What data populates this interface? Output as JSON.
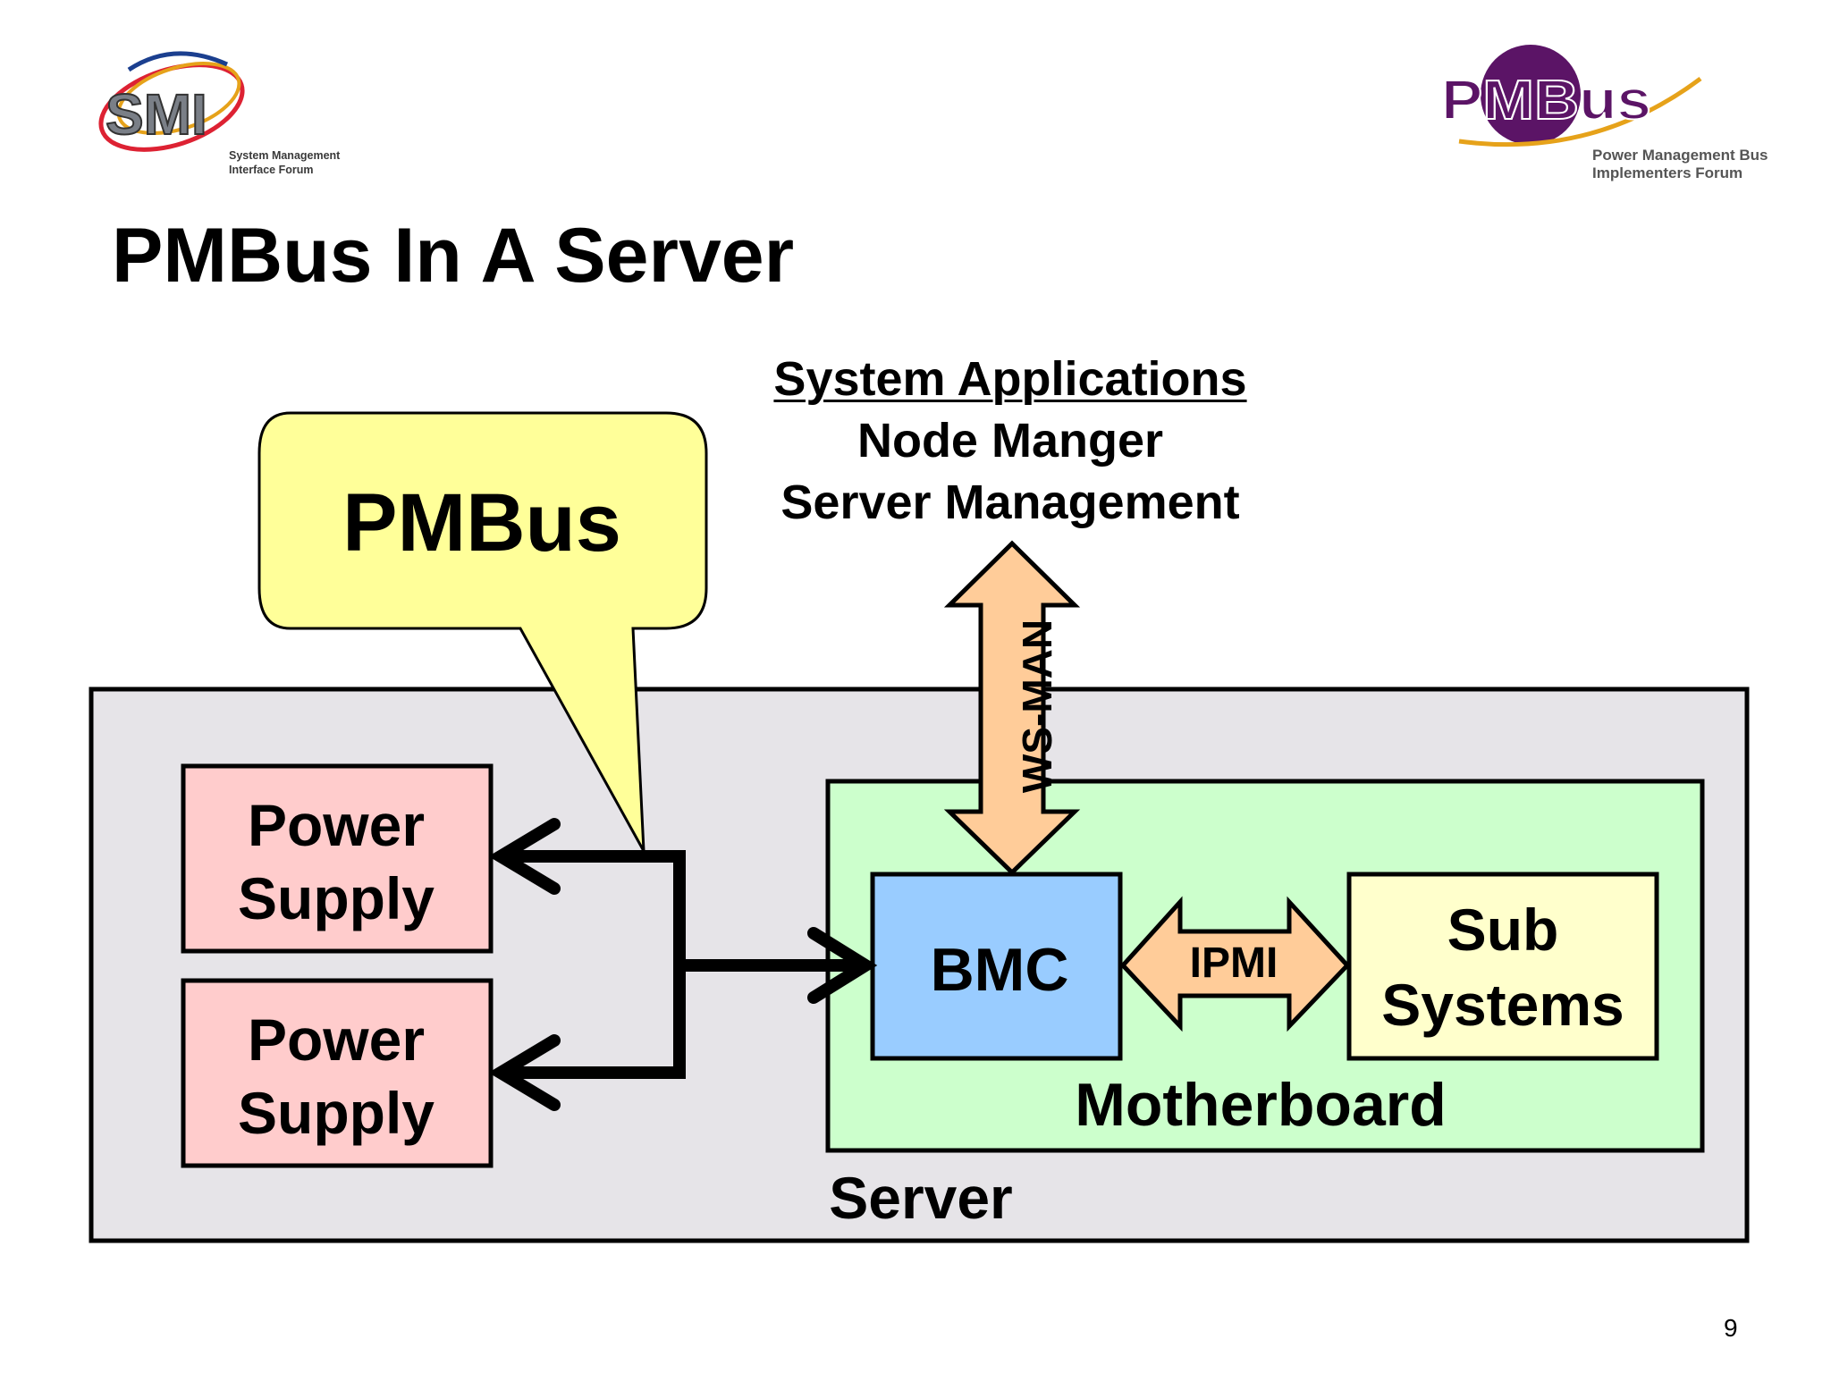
{
  "slide": {
    "title": "PMBus In A Server",
    "page_number": "9"
  },
  "logos": {
    "smi": {
      "mark": "SMI",
      "subtitle_line1": "System Management",
      "subtitle_line2": "Interface Forum"
    },
    "pmbus": {
      "mark": "PMBus",
      "subtitle_line1": "Power Management Bus",
      "subtitle_line2": "Implementers Forum"
    }
  },
  "system_apps": {
    "heading": "System Applications",
    "line1": "Node Manger",
    "line2": "Server Management"
  },
  "diagram": {
    "callout": "PMBus",
    "power_supply_1": {
      "line1": "Power",
      "line2": "Supply"
    },
    "power_supply_2": {
      "line1": "Power",
      "line2": "Supply"
    },
    "bmc": "BMC",
    "ipmi": "IPMI",
    "ws_man": "WS-MAN",
    "sub_systems": {
      "line1": "Sub",
      "line2": "Systems"
    },
    "motherboard": "Motherboard",
    "server": "Server"
  },
  "colors": {
    "server_fill": "#e6e4e8",
    "motherboard_fill": "#ccffcc",
    "power_supply_fill": "#ffcccc",
    "bmc_fill": "#99ccff",
    "sub_systems_fill": "#ffffcc",
    "callout_fill": "#ffff99",
    "arrow_fill": "#ffcc99",
    "pmbus_purple": "#5b1466",
    "smi_gray": "#7a7f87"
  }
}
